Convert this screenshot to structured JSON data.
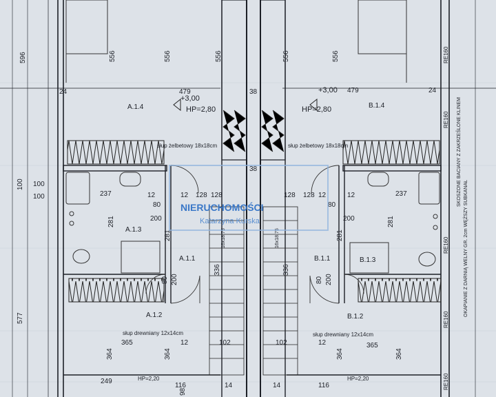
{
  "watermark": {
    "line1": "NIERUCHOMOŚCI",
    "line2": "Katarzyna Kurska"
  },
  "rooms": {
    "a14": "A.1.4",
    "b14": "B.1.4",
    "a13": "A.1.3",
    "b13": "B.1.3",
    "a11": "A.1.1",
    "b11": "B.1.1",
    "a12": "A.1.2",
    "b12": "B.1.2"
  },
  "levels": {
    "left_plus": "+3,00",
    "left_hp": "HP=2,80",
    "right_plus": "+3,00",
    "right_hp": "HP=2,80",
    "bottom_left_hp": "HP=2,20",
    "bottom_right_hp": "HP=2,20"
  },
  "notes": {
    "slup_zelbetowy_left": "słup żelbetowy 18x18cm",
    "slup_zelbetowy_right": "słup żelbetowy 18x18cm",
    "slup_drewniany_left": "słup drewniany 12x14cm",
    "slup_drewniany_right": "słup drewniany 12x14cm",
    "stair_left": "16x18,75",
    "stair_right": "16x18,75",
    "right_margin_1": "SKOSZONE BACIANY Z ZAKRZEŚLONE KLINEM",
    "right_margin_2": "OKAPIANIE Z DARNIĄ WELNY GR. 2cm WĘŻSZY SUBKANAŁ",
    "wall_label": "RE160"
  },
  "dims": {
    "d556_a": "556",
    "d556_b": "556",
    "d556_c": "556",
    "d556_d": "556",
    "d556_e": "556",
    "d596": "596",
    "d479_l": "479",
    "d479_r": "479",
    "d24_l": "24",
    "d24_r": "24",
    "d38_top": "38",
    "d38_mid": "38",
    "d100_a": "100",
    "d100_b": "100",
    "d100_c": "100",
    "d237_l": "237",
    "d237_r": "237",
    "d12_a": "12",
    "d12_b": "12",
    "d12_c": "12",
    "d12_d": "12",
    "d12_e": "12",
    "d12_f": "12",
    "d128_a": "128",
    "d128_b": "128",
    "d128_c": "128",
    "d128_d": "128",
    "d80_a": "80",
    "d80_b": "80",
    "d80_c": "80",
    "d80_d": "80",
    "d200_a": "200",
    "d200_b": "200",
    "d200_c": "200",
    "d200_d": "200",
    "d281_a": "281",
    "d281_b": "281",
    "d281_c": "281",
    "d281_d": "281",
    "d336_l": "336",
    "d336_r": "336",
    "d577": "577",
    "d365_l": "365",
    "d365_r": "365",
    "d364_a": "364",
    "d364_b": "364",
    "d364_c": "364",
    "d364_d": "364",
    "d102_l": "102",
    "d102_r": "102",
    "d116_l": "116",
    "d116_r": "116",
    "d14_l": "14",
    "d14_r": "14",
    "d249": "249",
    "d98": "98"
  }
}
